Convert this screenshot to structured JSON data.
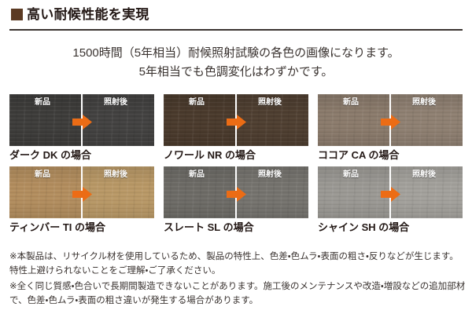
{
  "header": {
    "marker_color": "#5b3a22",
    "title": "高い耐候性能を実現"
  },
  "subtitle": {
    "line1": "1500時間（5年相当）耐候照射試験の各色の画像になります。",
    "line2": "5年相当でも色調変化はわずかです。"
  },
  "labels": {
    "before": "新品",
    "after": "照射後",
    "arrow_color": "#ec6c15"
  },
  "samples": [
    {
      "caption": "ダーク DK の場合",
      "before_color": "#3d3c3a",
      "after_color": "#424140"
    },
    {
      "caption": "ノワール NR の場合",
      "before_color": "#4a3a2c",
      "after_color": "#4e3e30"
    },
    {
      "caption": "ココア CA の場合",
      "before_color": "#8a7a6b",
      "after_color": "#8e7f71"
    },
    {
      "caption": "ティンバー TI の場合",
      "before_color": "#b28d5e",
      "after_color": "#b89866"
    },
    {
      "caption": "スレート SL の場合",
      "before_color": "#6d6b66",
      "after_color": "#75736e"
    },
    {
      "caption": "シャイン SH の場合",
      "before_color": "#9a9893",
      "after_color": "#a2a09b"
    }
  ],
  "notes": [
    "※本製品は、リサイクル材を使用しているため、製品の特性上、色差・色ムラ・表面の粗さ・反りなどが生じます。特性上避けられないことをご理解・ご了承ください。",
    "※全く同じ質感・色合いで長期間製造できないことがあります。施工後のメンテナンスや改造・増設などの追加部材で、色差・色ムラ・表面の粗さ違いが発生する場合があります。"
  ]
}
